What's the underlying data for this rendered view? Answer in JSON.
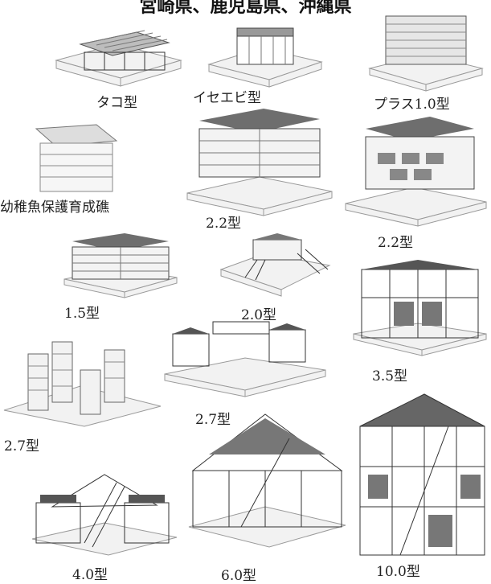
{
  "title": "宮崎県、鹿児島県、沖縄県",
  "reefs": [
    {
      "label": "タコ型"
    },
    {
      "label": "イセエビ型"
    },
    {
      "label": "プラス1.0型"
    },
    {
      "label": "幼稚魚保護育成礁"
    },
    {
      "label": "2.2型"
    },
    {
      "label": "2.2型"
    },
    {
      "label": "1.5型"
    },
    {
      "label": "2.0型"
    },
    {
      "label": "3.5型"
    },
    {
      "label": "2.7型"
    },
    {
      "label": "2.7型"
    },
    {
      "label": "4.0型"
    },
    {
      "label": "6.0型"
    },
    {
      "label": "10.0型"
    }
  ]
}
